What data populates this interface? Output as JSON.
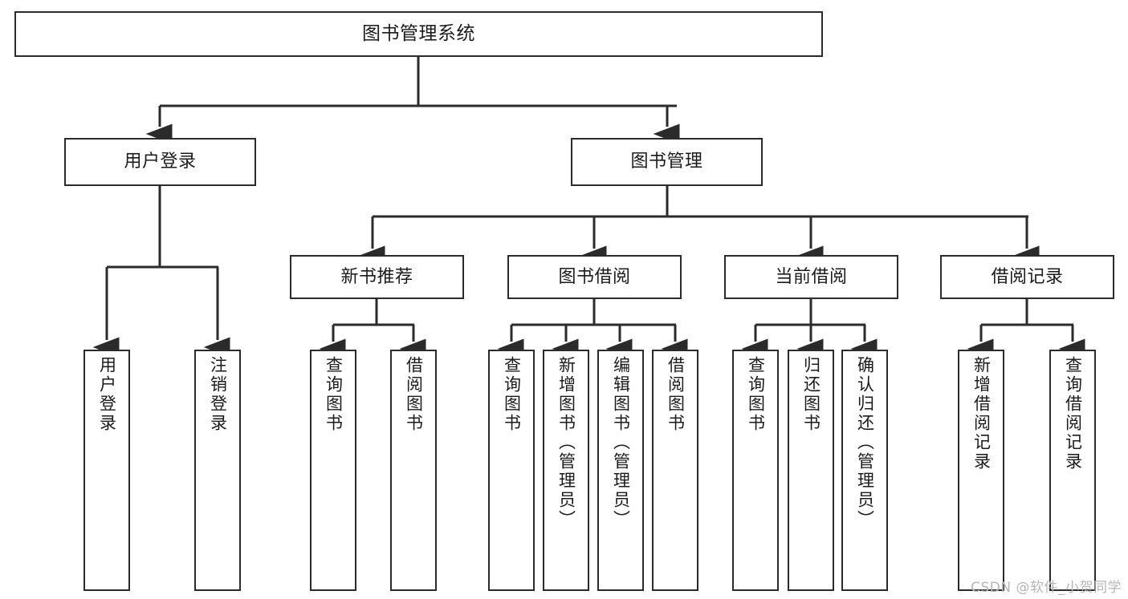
{
  "diagram": {
    "title": "图书管理系统",
    "type": "tree",
    "watermark": "CSDN @软件_小贺同学",
    "colors": {
      "node_border": "#2b2b2b",
      "node_fill": "#ffffff",
      "edge": "#2b2b2b",
      "text": "#1b1b1b",
      "watermark": "#b6b6b6",
      "background": "#ffffff"
    },
    "nodes": {
      "root": {
        "label": "图书管理系统",
        "level": 0
      },
      "user_login": {
        "label": "用户登录",
        "level": 1
      },
      "book_manage": {
        "label": "图书管理",
        "level": 1
      },
      "new_book_rec": {
        "label": "新书推荐",
        "level": 2
      },
      "book_borrow": {
        "label": "图书借阅",
        "level": 2
      },
      "current_borrow": {
        "label": "当前借阅",
        "level": 2
      },
      "borrow_record": {
        "label": "借阅记录",
        "level": 2
      },
      "leaf_user_login": {
        "label": "用户登录",
        "level": 2,
        "parent": "用户登录"
      },
      "leaf_logout": {
        "label": "注销登录",
        "level": 2,
        "parent": "用户登录"
      },
      "leaf_query_book_a": {
        "label": "查询图书",
        "level": 3,
        "parent": "新书推荐"
      },
      "leaf_borrow_book_a": {
        "label": "借阅图书",
        "level": 3,
        "parent": "新书推荐"
      },
      "leaf_query_book_b": {
        "label": "查询图书",
        "level": 3,
        "parent": "图书借阅"
      },
      "leaf_add_book": {
        "label": "新增图书（管理员）",
        "level": 3,
        "parent": "图书借阅"
      },
      "leaf_edit_book": {
        "label": "编辑图书（管理员）",
        "level": 3,
        "parent": "图书借阅"
      },
      "leaf_borrow_book_b": {
        "label": "借阅图书",
        "level": 3,
        "parent": "图书借阅"
      },
      "leaf_query_book_c": {
        "label": "查询图书",
        "level": 3,
        "parent": "当前借阅"
      },
      "leaf_return_book": {
        "label": "归还图书",
        "level": 3,
        "parent": "当前借阅"
      },
      "leaf_confirm_return": {
        "label": "确认归还（管理员）",
        "level": 3,
        "parent": "当前借阅"
      },
      "leaf_add_record": {
        "label": "新增借阅记录",
        "level": 3,
        "parent": "借阅记录"
      },
      "leaf_query_record": {
        "label": "查询借阅记录",
        "level": 3,
        "parent": "借阅记录"
      }
    }
  }
}
